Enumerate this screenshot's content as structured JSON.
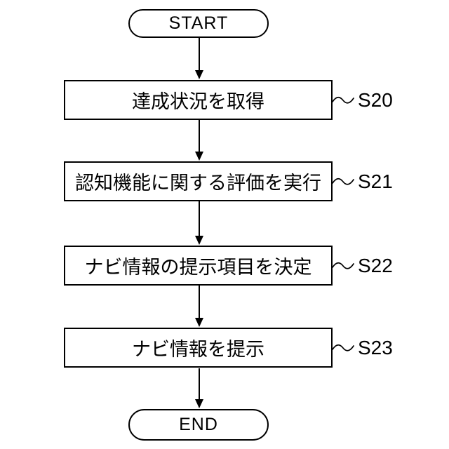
{
  "diagram": {
    "type": "flowchart",
    "start_label": "START",
    "end_label": "END",
    "steps": [
      {
        "id": "S20",
        "text": "達成状況を取得"
      },
      {
        "id": "S21",
        "text": "認知機能に関する評価を実行"
      },
      {
        "id": "S22",
        "text": "ナビ情報の提示項目を決定"
      },
      {
        "id": "S23",
        "text": "ナビ情報を提示"
      }
    ],
    "flow": [
      "START",
      "S20",
      "S21",
      "S22",
      "S23",
      "END"
    ],
    "colors": {
      "line": "#000000",
      "text": "#000000",
      "background": "#ffffff"
    }
  }
}
